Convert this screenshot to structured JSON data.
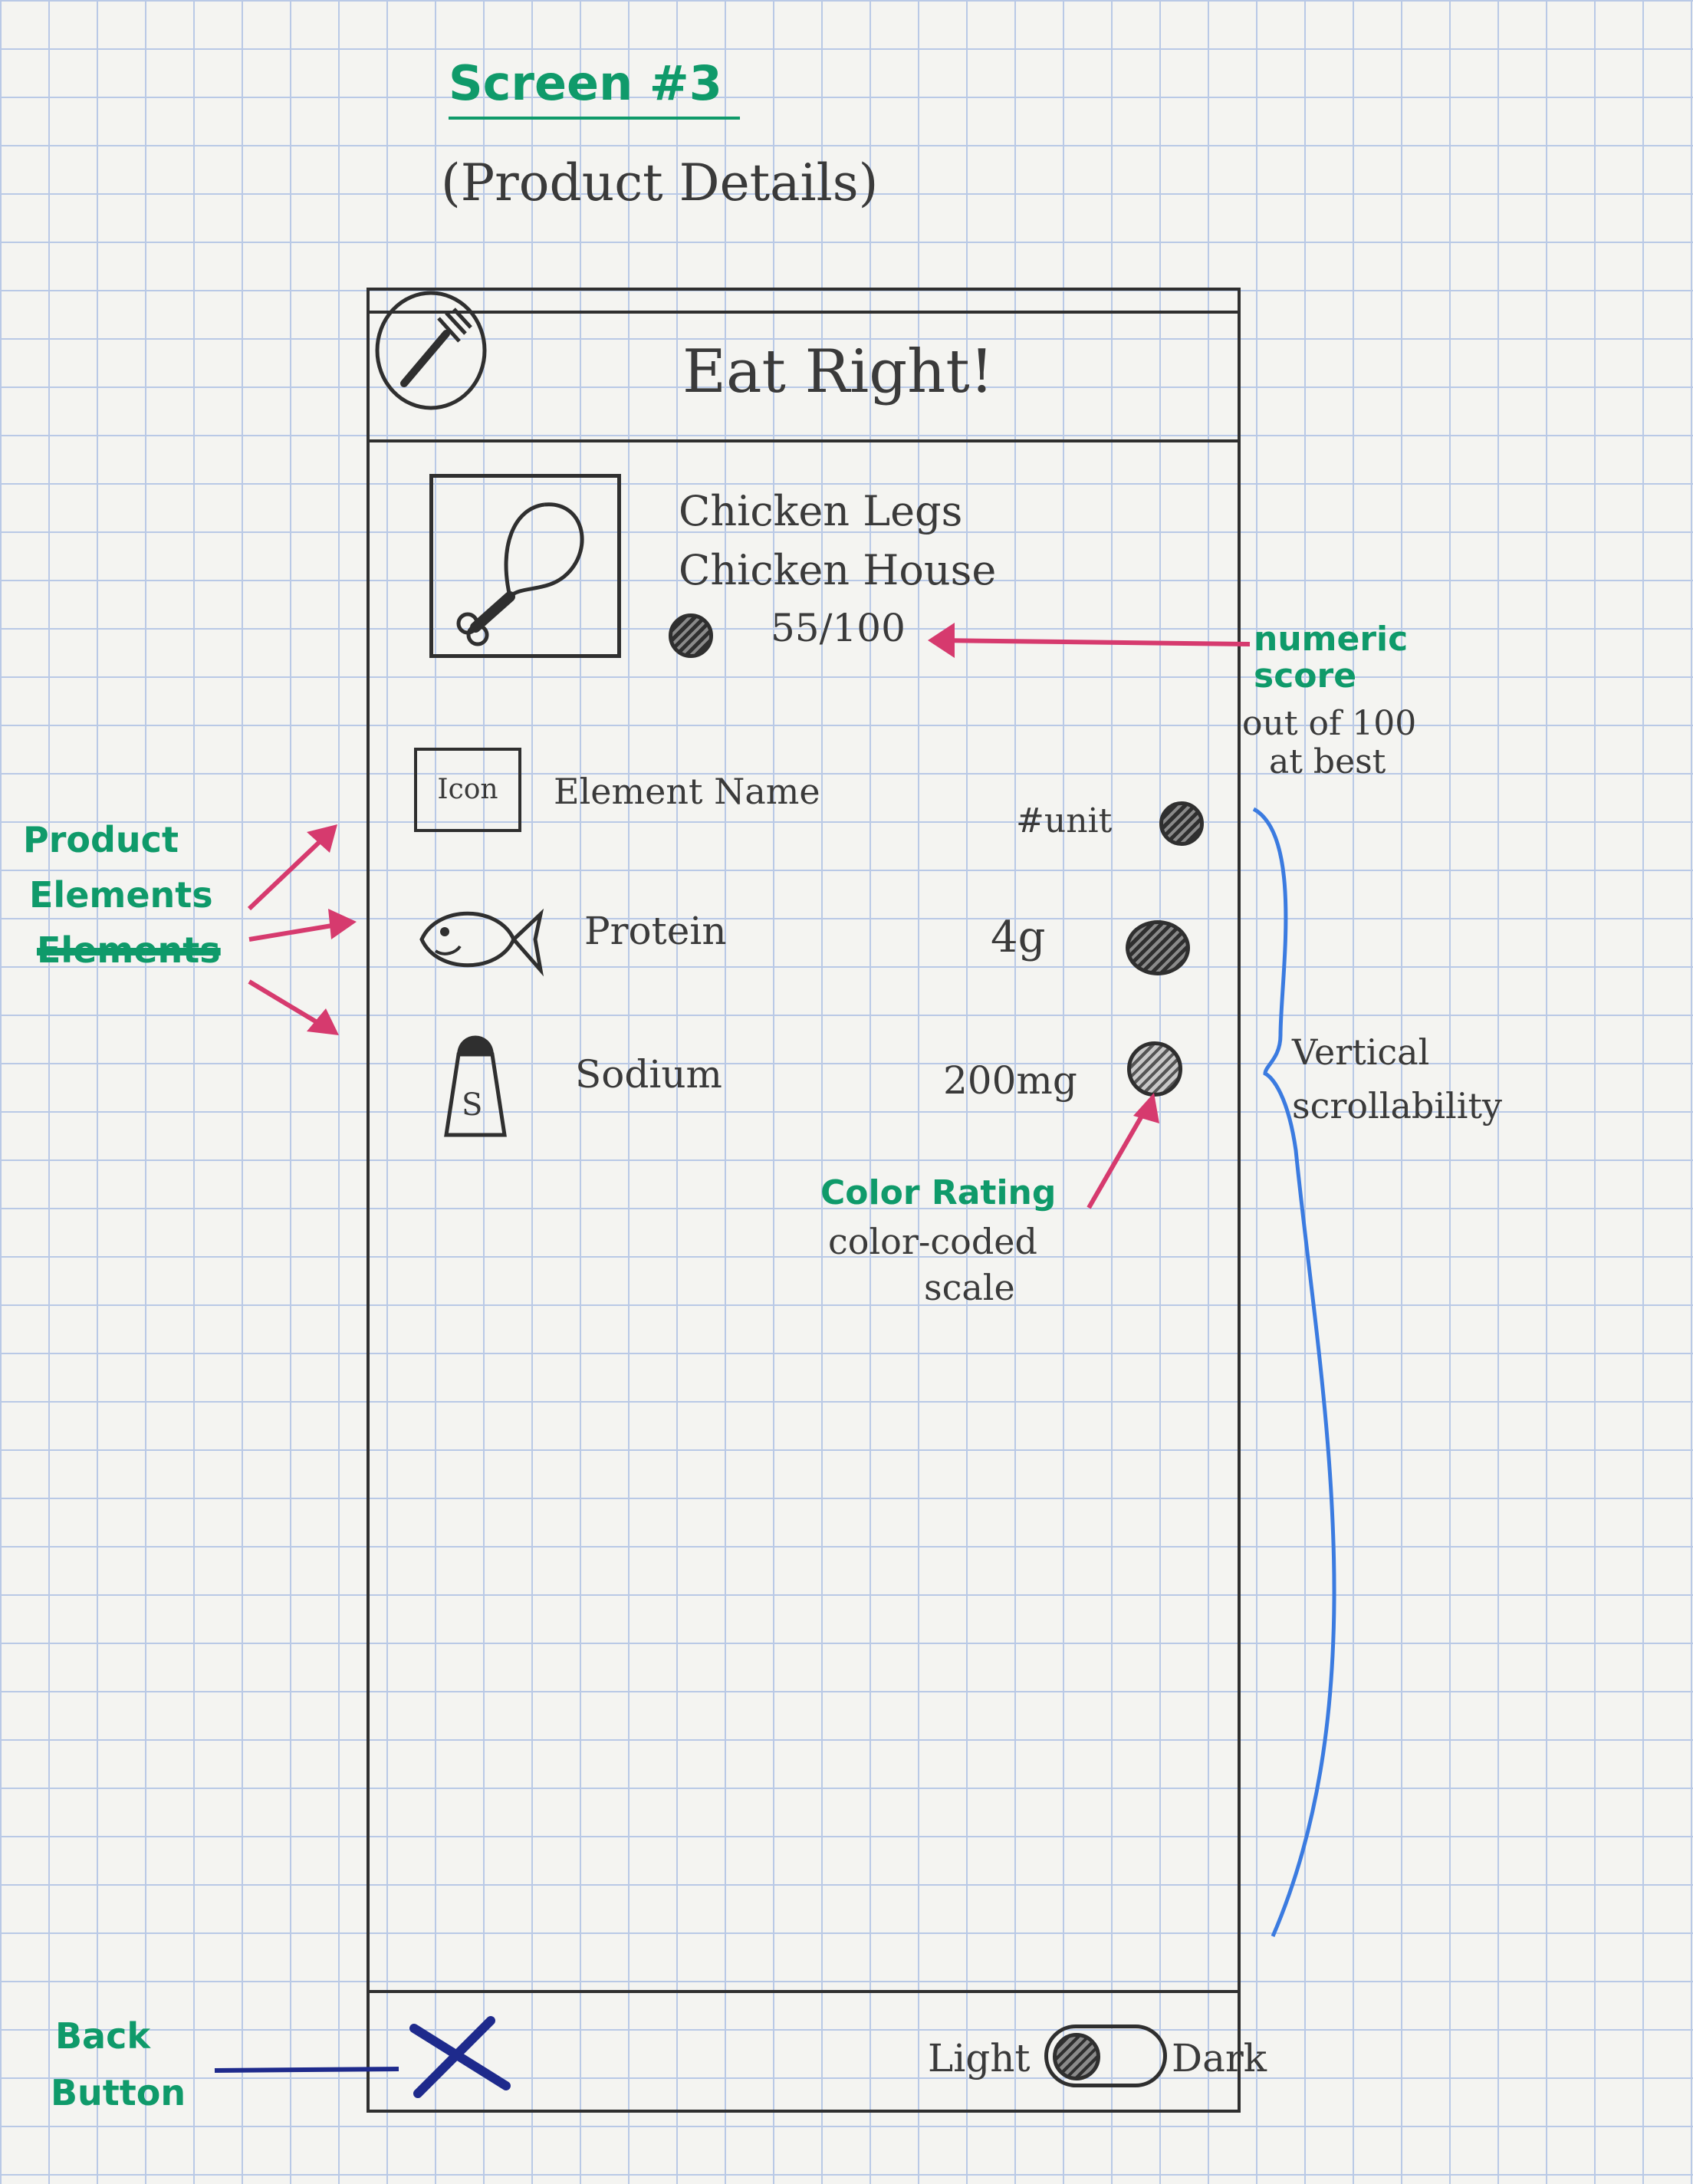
{
  "sketch": {
    "title": "Screen #3",
    "subtitle": "(Product Details)"
  },
  "app": {
    "name": "Eat Right!",
    "logo_icon": "fork-in-circle-icon"
  },
  "product": {
    "name": "Chicken Legs",
    "brand": "Chicken House",
    "score": "55/100",
    "image_icon": "chicken-leg-icon"
  },
  "elements": {
    "header": {
      "icon_label": "Icon",
      "name": "Element Name",
      "amount": "#unit"
    },
    "items": [
      {
        "name": "Protein",
        "amount": "4g",
        "icon": "fish-icon"
      },
      {
        "name": "Sodium",
        "amount": "200mg",
        "icon": "salt-shaker-icon",
        "icon_letter": "S"
      }
    ]
  },
  "footer": {
    "back_icon": "x-close-icon",
    "toggle_left": "Light",
    "toggle_right": "Dark"
  },
  "annotations": {
    "numeric_score_title": "numeric score",
    "numeric_score_note": [
      "out of 100",
      "at best"
    ],
    "product_elements": [
      "Product",
      "Elements"
    ],
    "product_elements_struck": "Elements",
    "color_rating_title": "Color Rating",
    "color_rating_note": [
      "color-coded",
      "scale"
    ],
    "vertical_scroll": [
      "Vertical",
      "scrollability"
    ],
    "back_button": [
      "Back",
      "Button"
    ]
  },
  "colors": {
    "annotation_green": "#0f9a6a",
    "arrow_pink": "#d63a6e",
    "brace_blue": "#3b7be0",
    "ink": "#2f2f2f"
  }
}
